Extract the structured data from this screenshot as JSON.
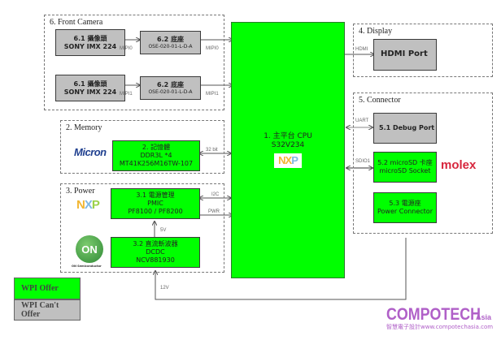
{
  "colors": {
    "available": "#00ff00",
    "unavailable": "#c0c0c0",
    "micron": "#1f3f8f",
    "nxp_yellow": "#f2b632",
    "nxp_blue": "#7fb8e3",
    "on_green": "#3f9a3f",
    "molex": "#d7263d",
    "compotech": "#b060c8"
  },
  "groups": {
    "camera": "6. Front Camera",
    "memory": "2. Memory",
    "power": "3. Power",
    "display": "4. Display",
    "connector": "5. Connector"
  },
  "camera": {
    "rows": [
      {
        "sensor_title": "6.1 攝像頭",
        "sensor_model": "SONY IMX 224",
        "link_in": "MIPI0",
        "socket_title": "6.2 底座",
        "socket_model": "OSE-020-01-L-D-A",
        "link_out": "MIPI0"
      },
      {
        "sensor_title": "6.1 攝像頭",
        "sensor_model": "SONY IMX 224",
        "link_in": "MIPI1",
        "socket_title": "6.2 底座",
        "socket_model": "OSE-020-01-L-D-A",
        "link_out": "MIPI1"
      }
    ]
  },
  "memory": {
    "vendor": "Micron",
    "title": "2. 記憶體",
    "line2": "DDR3L *4",
    "line3": "MT41K256M16TW-107",
    "bus": "32 bit"
  },
  "power": {
    "vendor_top": "NXP",
    "vendor_bottom": "ON",
    "vendor_bottom_caption": "ON Semiconductor",
    "pmic": {
      "title": "3.1 電源管理",
      "line2": "PMIC",
      "line3": "PF8100 / PF8200"
    },
    "dcdc": {
      "title": "3.2 直流斬波器",
      "line2": "DCDC",
      "line3": "NCV881930"
    },
    "i2c": "I2C",
    "pwr": "PWR",
    "v5": "5V",
    "v12": "12V"
  },
  "cpu": {
    "title": "1. 主平台 CPU",
    "model": "S32V234",
    "vendor": "NXP"
  },
  "display": {
    "link": "HDMI",
    "port": "HDMI Port"
  },
  "connector": {
    "uart": "UART",
    "debug": "5.1 Debug Port",
    "sdio": "SDIO1",
    "sd_title": "5.2 microSD 卡座",
    "sd_line2": "microSD Socket",
    "vendor": "molex",
    "pc_title": "5.3 電源座",
    "pc_line2": "Power Connector"
  },
  "legend": {
    "offer": "WPI Offer",
    "cant_offer": "WPI Can't Offer"
  },
  "watermark": {
    "brand": "COMPOTECH",
    "brand_suffix": "Asia",
    "tagline": "智慧電子設計www.compotechasia.com"
  }
}
